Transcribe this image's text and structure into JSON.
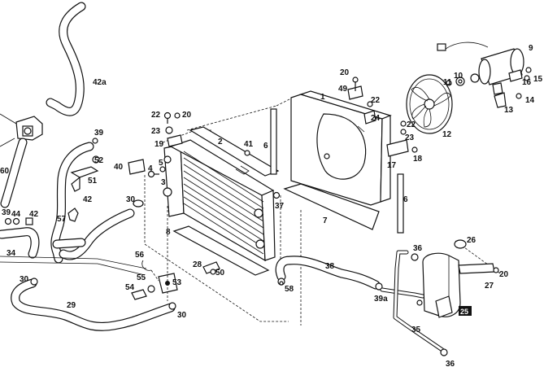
{
  "diagram": {
    "part_labels": {
      "p1": "1",
      "p2": "2",
      "p3": "3",
      "p4": "4",
      "p5": "5",
      "p6a": "6",
      "p6b": "6",
      "p7": "7",
      "p8": "8",
      "p9": "9",
      "p10": "10",
      "p11": "11",
      "p12": "12",
      "p13": "13",
      "p14": "14",
      "p15": "15",
      "p16": "16",
      "p17": "17",
      "p18": "18",
      "p19": "19",
      "p20a": "20",
      "p20b": "20",
      "p20c": "20",
      "p22a": "22",
      "p22b": "22",
      "p23a": "23",
      "p23b": "23",
      "p24": "24",
      "p26": "26",
      "p27": "27",
      "p28": "28",
      "p29": "29",
      "p30a": "30",
      "p30b": "30",
      "p30c": "30",
      "p34": "34",
      "p35": "35",
      "p36a": "36",
      "p36b": "36",
      "p37": "37",
      "p38": "38",
      "p39a": "39",
      "p39b": "39",
      "p39sub": "39a",
      "p40": "40",
      "p41": "41",
      "p42a": "42",
      "p42b": "42",
      "p42c": "42a",
      "p44": "44",
      "p49": "49",
      "p50": "50",
      "p51": "51",
      "p52": "52",
      "p53": "53",
      "p54": "54",
      "p55": "55",
      "p56": "56",
      "p57": "57",
      "p58": "58",
      "p60": "60"
    },
    "ref_box": "25"
  }
}
